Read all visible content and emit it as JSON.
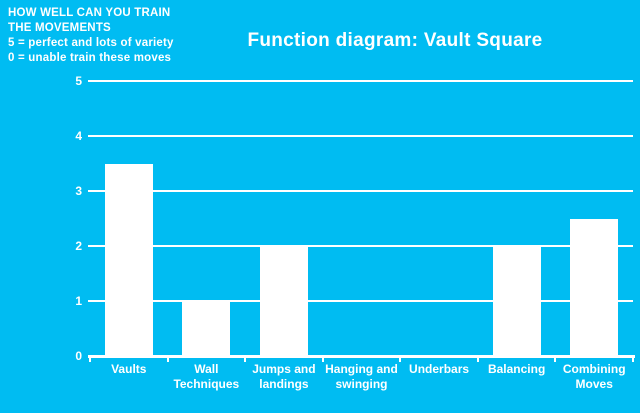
{
  "page": {
    "background_color": "#00bcf2",
    "foreground_color": "#ffffff"
  },
  "chart_data": {
    "type": "bar",
    "title": "Function diagram: Vault Square",
    "annotations": [
      "HOW WELL CAN YOU TRAIN",
      "THE MOVEMENTS",
      "5 = perfect and lots of variety",
      "0 = unable train these moves"
    ],
    "categories": [
      "Vaults",
      "Wall Techniques",
      "Jumps and landings",
      "Hanging and swinging",
      "Underbars",
      "Balancing",
      "Combining Moves"
    ],
    "values": [
      3.5,
      1,
      2,
      0,
      0,
      2,
      2.5
    ],
    "xlabel": "",
    "ylabel": "",
    "ylim": [
      0,
      5
    ],
    "yticks": [
      0,
      1,
      2,
      3,
      4,
      5
    ],
    "grid": true,
    "legend_position": "none",
    "bar_color": "#ffffff",
    "gridline_color": "#ffffff",
    "axis_color": "#ffffff"
  }
}
